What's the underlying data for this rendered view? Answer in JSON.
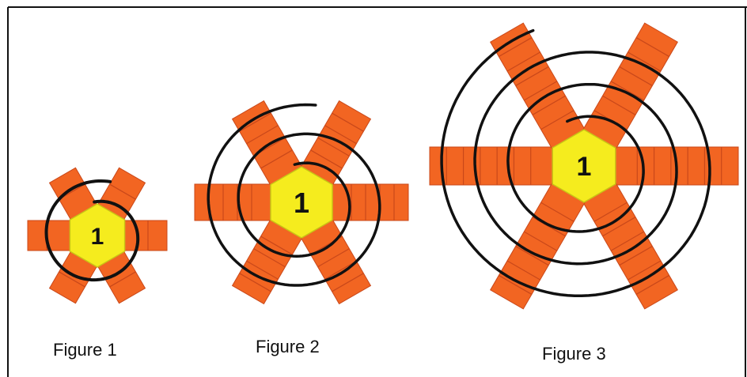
{
  "colors": {
    "arm_fill": "#F26522",
    "arm_stroke": "#C9481A",
    "hexagon_fill": "#F5EC1E",
    "hexagon_stroke": "#C9C316",
    "spiral_stroke": "#111111",
    "frame_stroke": "#111111"
  },
  "figures": [
    {
      "caption": "Figure 1",
      "center_label": "1"
    },
    {
      "caption": "Figure 2",
      "center_label": "1"
    },
    {
      "caption": "Figure 3",
      "center_label": "1"
    }
  ]
}
